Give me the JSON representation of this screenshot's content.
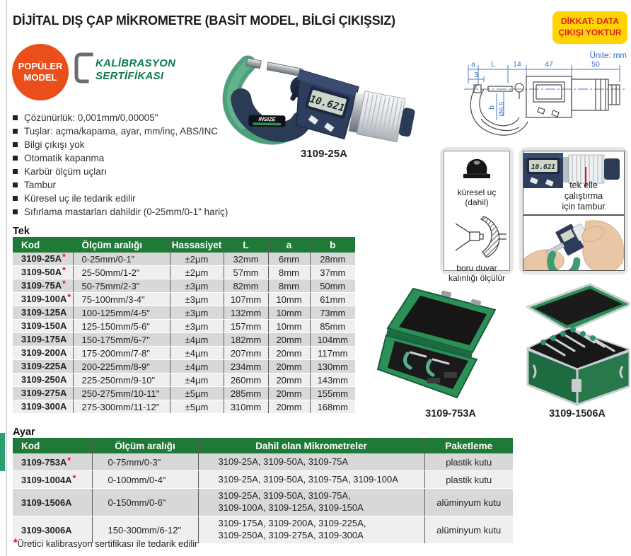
{
  "header": {
    "title": "DİJİTAL DIŞ ÇAP MİKROMETRE (BASİT MODEL, BİLGİ ÇIKIŞSIZ)",
    "warning": "DİKKAT: DATA\nÇIKIŞI YOKTUR"
  },
  "badges": {
    "popular": "POPÜLER\nMODEL",
    "calibration": "KALİBRASYON\nSERTİFİKASI"
  },
  "hero": {
    "caption": "3109-25A",
    "lcd_value": "10.621",
    "brand": "INSIZE"
  },
  "drawing": {
    "unit_label": "Ünite: mm",
    "dim_a": "a",
    "dim_L": "L",
    "dim_14": "14",
    "dim_47": "47",
    "dim_50": "50",
    "dim_3": "3",
    "dim_b": "b",
    "dim_dia": "Ø6,5"
  },
  "features": [
    "Çözünürlük: 0,001mm/0,00005\"",
    "Tuşlar: açma/kapama, ayar, mm/inç, ABS/INC",
    "Bilgi çıkışı yok",
    "Otomatik kapanma",
    "Karbür ölçüm uçları",
    "Tambur",
    "Küresel uç ile tedarik edilir",
    "Sıfırlama mastarları dahildir (0-25mm/0-1\" hariç)"
  ],
  "tek_table": {
    "label": "Tek",
    "headers": [
      "Kod",
      "Ölçüm aralığı",
      "Hassasiyet",
      "L",
      "a",
      "b"
    ],
    "rows": [
      {
        "kod": "3109-25A",
        "star": "*",
        "range": "0-25mm/0-1\"",
        "acc": "±2µm",
        "L": "32mm",
        "a": "6mm",
        "b": "28mm"
      },
      {
        "kod": "3109-50A",
        "star": "*",
        "range": "25-50mm/1-2\"",
        "acc": "±2µm",
        "L": "57mm",
        "a": "8mm",
        "b": "37mm"
      },
      {
        "kod": "3109-75A",
        "star": "*",
        "range": "50-75mm/2-3\"",
        "acc": "±3µm",
        "L": "82mm",
        "a": "8mm",
        "b": "50mm"
      },
      {
        "kod": "3109-100A",
        "star": "*",
        "range": "75-100mm/3-4\"",
        "acc": "±3µm",
        "L": "107mm",
        "a": "10mm",
        "b": "61mm"
      },
      {
        "kod": "3109-125A",
        "star": "",
        "range": "100-125mm/4-5\"",
        "acc": "±3µm",
        "L": "132mm",
        "a": "10mm",
        "b": "73mm"
      },
      {
        "kod": "3109-150A",
        "star": "",
        "range": "125-150mm/5-6\"",
        "acc": "±3µm",
        "L": "157mm",
        "a": "10mm",
        "b": "85mm"
      },
      {
        "kod": "3109-175A",
        "star": "",
        "range": "150-175mm/6-7\"",
        "acc": "±4µm",
        "L": "182mm",
        "a": "20mm",
        "b": "104mm"
      },
      {
        "kod": "3109-200A",
        "star": "",
        "range": "175-200mm/7-8\"",
        "acc": "±4µm",
        "L": "207mm",
        "a": "20mm",
        "b": "117mm"
      },
      {
        "kod": "3109-225A",
        "star": "",
        "range": "200-225mm/8-9\"",
        "acc": "±4µm",
        "L": "234mm",
        "a": "20mm",
        "b": "130mm"
      },
      {
        "kod": "3109-250A",
        "star": "",
        "range": "225-250mm/9-10\"",
        "acc": "±4µm",
        "L": "260mm",
        "a": "20mm",
        "b": "143mm"
      },
      {
        "kod": "3109-275A",
        "star": "",
        "range": "250-275mm/10-11\"",
        "acc": "±5µm",
        "L": "285mm",
        "a": "20mm",
        "b": "155mm"
      },
      {
        "kod": "3109-300A",
        "star": "",
        "range": "275-300mm/11-12\"",
        "acc": "±5µm",
        "L": "310mm",
        "a": "20mm",
        "b": "168mm"
      }
    ]
  },
  "panels": {
    "ball_caption": "küresel uç\n(dahil)",
    "tube_caption": "boru duvar\nkalınlığı ölçülür",
    "thimble_caption": "tek elle\nçalıştırma\niçin tambur",
    "panel_lcd": "10.621"
  },
  "cases": {
    "left_caption": "3109-753A",
    "right_caption": "3109-1506A"
  },
  "ayar_table": {
    "label": "Ayar",
    "headers": [
      "Kod",
      "Ölçüm aralığı",
      "Dahil olan Mikrometreler",
      "Paketleme"
    ],
    "rows": [
      {
        "kod": "3109-753A",
        "star": "*",
        "range": "0-75mm/0-3\"",
        "includes": "3109-25A, 3109-50A, 3109-75A",
        "packaging": "plastik kutu"
      },
      {
        "kod": "3109-1004A",
        "star": "*",
        "range": "0-100mm/0-4\"",
        "includes": "3109-25A, 3109-50A, 3109-75A, 3109-100A",
        "packaging": "plastik kutu"
      },
      {
        "kod": "3109-1506A",
        "star": "",
        "range": "0-150mm/0-6\"",
        "includes": "3109-25A, 3109-50A, 3109-75A,\n3109-100A, 3109-125A, 3109-150A",
        "packaging": "alüminyum kutu"
      },
      {
        "kod": "3109-3006A",
        "star": "",
        "range": "150-300mm/6-12\"",
        "includes": "3109-175A, 3109-200A, 3109-225A,\n3109-250A, 3109-275A, 3109-300A",
        "packaging": "alüminyum kutu"
      }
    ]
  },
  "footnote": {
    "star": "*",
    "text": "Üretici kalibrasyon sertifikası ile tedarik edilir"
  },
  "colors": {
    "table_header_green": "#1f7a38",
    "warning_bg": "#ffd400",
    "warning_text": "#d8231f",
    "popular_bg": "#e94e1b",
    "calibration_green": "#0c7a4b",
    "drawing_blue": "#4a7cc7",
    "star_red": "#e30613",
    "frame_green": "#4f9f7c",
    "body_navy": "#2e3d5c"
  }
}
